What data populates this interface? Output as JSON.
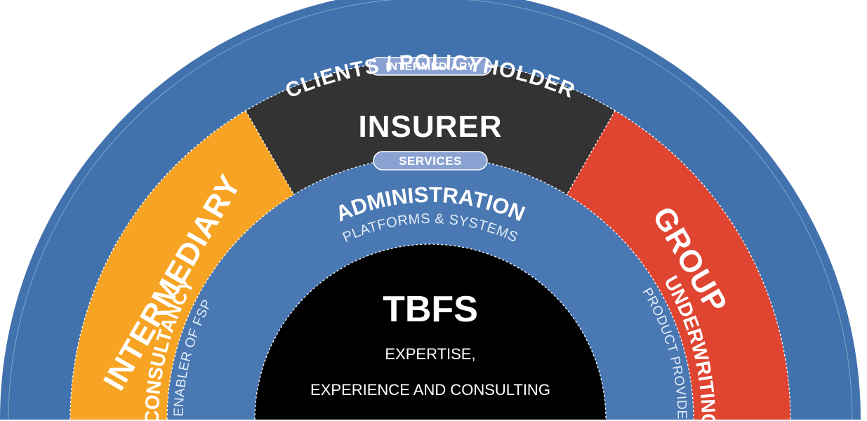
{
  "colors": {
    "outer_ring": "#4272ad",
    "intermediary_segment": "#f7a425",
    "insurer_segment": "#333333",
    "group_segment": "#e04532",
    "services_ring": "#4a78b2",
    "core": "#000000",
    "pill": "#8aa2d1",
    "text_light": "#ffffff",
    "text_soft": "#e3ecf8"
  },
  "outer_ring": {
    "label": "CLIENTS / POLICYHOLDER"
  },
  "pills": {
    "top": "INTERMEDIARY",
    "middle": "SERVICES"
  },
  "segments": {
    "intermediary": "INTERMEDIARY",
    "insurer": "INSURER",
    "group": "GROUP"
  },
  "services_ring": {
    "administration": {
      "title": "ADMINISTRATION",
      "subtitle": "PLATFORMS & SYSTEMS"
    },
    "consultancy": {
      "title": "CONSULTANCY",
      "subtitle": "ENABLER OF FSP"
    },
    "underwriting": {
      "title": "UNDERWRITING",
      "subtitle": "PRODUCT PROVIDER"
    }
  },
  "core": {
    "title": "TBFS",
    "line1": "EXPERTISE,",
    "line2": "EXPERIENCE AND CONSULTING"
  }
}
